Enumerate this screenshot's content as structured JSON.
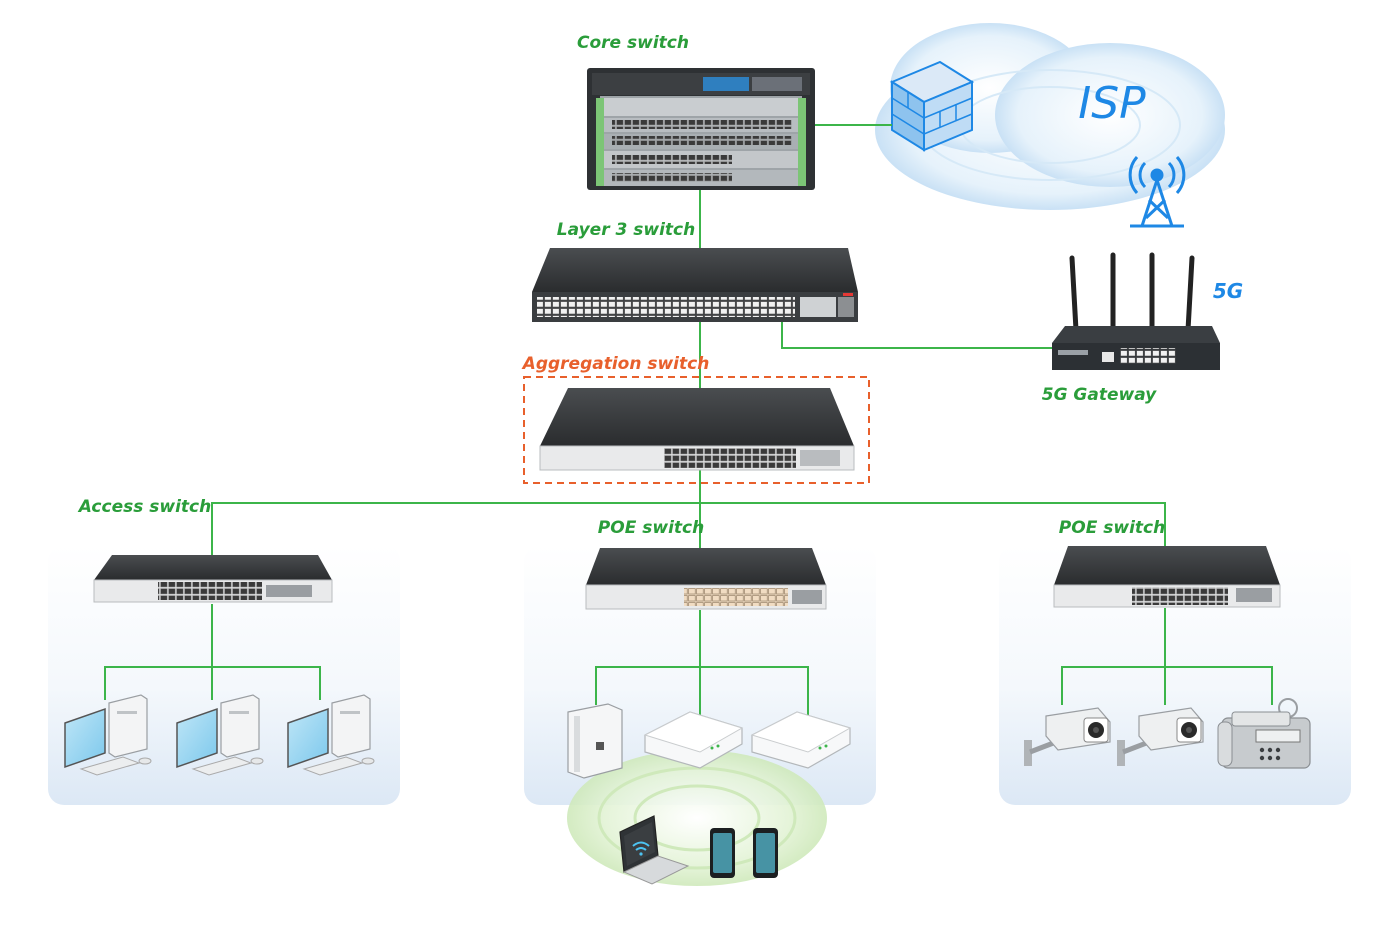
{
  "colors": {
    "line": "#3cb54a",
    "label_green": "#2a9d3a",
    "label_orange": "#e8602c",
    "isp_blue": "#1e88e5",
    "cloud": "#cfe6f7",
    "wifi_ring": "#d4ecc4",
    "device_dark": "#2d3033",
    "port": "#f2f2f2"
  },
  "labels": {
    "core": "Core switch",
    "layer3": "Layer 3 switch",
    "aggregation": "Aggregation switch",
    "access": "Access switch",
    "poe_mid": "POE switch",
    "poe_right": "POE switch",
    "gateway": "5G Gateway",
    "fiveg": "5G",
    "isp": "ISP"
  },
  "icons": {
    "firewall": "firewall-icon",
    "tower": "cell-tower-icon",
    "desktop": "desktop-pc-icon",
    "access_point": "access-point-icon",
    "camera": "cctv-camera-icon",
    "phone": "ip-phone-icon",
    "laptop": "laptop-icon",
    "smartphone": "smartphone-icon"
  }
}
